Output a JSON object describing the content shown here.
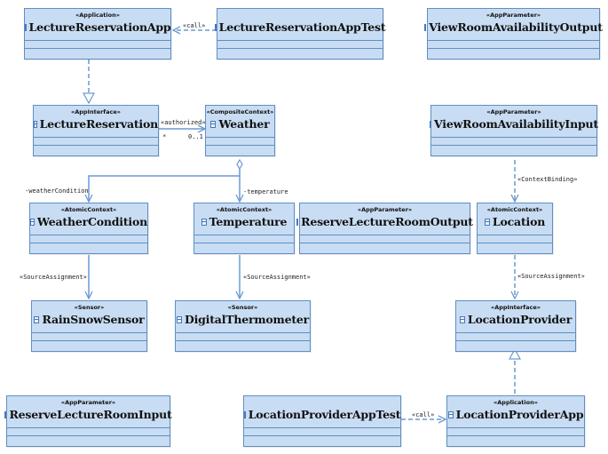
{
  "diagram": {
    "classes": {
      "lecture_reservation_app": {
        "stereotype": "«Application»",
        "name": "LectureReservationApp"
      },
      "lecture_reservation_app_test": {
        "stereotype": "",
        "name": "LectureReservationAppTest"
      },
      "view_room_availability_output": {
        "stereotype": "«AppParameter»",
        "name": "ViewRoomAvailabilityOutput"
      },
      "lecture_reservation": {
        "stereotype": "«AppInterface»",
        "name": "LectureReservation"
      },
      "weather": {
        "stereotype": "«CompositeContext»",
        "name": "Weather"
      },
      "view_room_availability_input": {
        "stereotype": "«AppParameter»",
        "name": "ViewRoomAvailabilityInput"
      },
      "weather_condition": {
        "stereotype": "«AtomicContext»",
        "name": "WeatherCondition"
      },
      "temperature": {
        "stereotype": "«AtomicContext»",
        "name": "Temperature"
      },
      "reserve_lecture_room_output": {
        "stereotype": "«AppParameter»",
        "name": "ReserveLectureRoomOutput"
      },
      "location": {
        "stereotype": "«AtomicContext»",
        "name": "Location"
      },
      "rain_snow_sensor": {
        "stereotype": "«Sensor»",
        "name": "RainSnowSensor"
      },
      "digital_thermometer": {
        "stereotype": "«Sensor»",
        "name": "DigitalThermometer"
      },
      "location_provider": {
        "stereotype": "«AppInterface»",
        "name": "LocationProvider"
      },
      "reserve_lecture_room_input": {
        "stereotype": "«AppParameter»",
        "name": "ReserveLectureRoomInput"
      },
      "location_provider_app_test": {
        "stereotype": "",
        "name": "LocationProviderAppTest"
      },
      "location_provider_app": {
        "stereotype": "«Application»",
        "name": "LocationProviderApp"
      }
    },
    "labels": {
      "call_top": "«call»",
      "authorized": "«authorized»",
      "mult_star": "*",
      "mult_range": "0..1",
      "weather_condition_role": "-weatherCondition",
      "temperature_role": "-temperature",
      "context_binding": "«ContextBinding»",
      "source_assignment_left": "«SourceAssignment»",
      "source_assignment_mid": "«SourceAssignment»",
      "source_assignment_right": "«SourceAssignment»",
      "call_bottom": "«call»"
    },
    "colors": {
      "box_fill": "#c8ddf3",
      "box_border": "#5f8ec6",
      "line": "#6a9ad3"
    }
  }
}
